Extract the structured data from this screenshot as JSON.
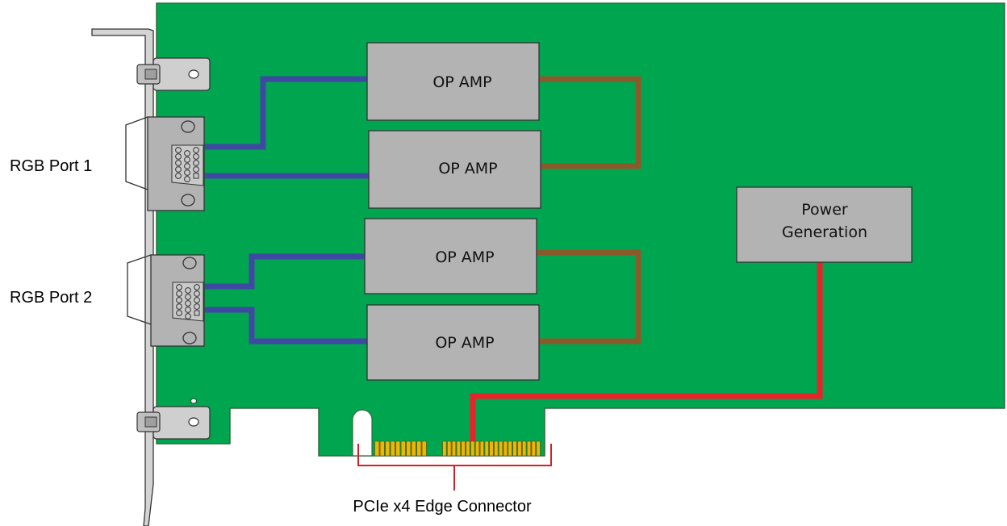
{
  "ports": [
    {
      "label": "RGB Port 1"
    },
    {
      "label": "RGB Port 2"
    }
  ],
  "op_amps": [
    {
      "label": "OP AMP"
    },
    {
      "label": "OP AMP"
    },
    {
      "label": "OP AMP"
    },
    {
      "label": "OP AMP"
    }
  ],
  "power_block": {
    "line1": "Power",
    "line2": "Generation"
  },
  "edge_connector": {
    "label": "PCIe x4 Edge Connector"
  },
  "colors": {
    "board": "#00a54f",
    "board_outline": "#2f6b3a",
    "component": "#b3b3b3",
    "signal_trace": "#3f48a2",
    "feedback_trace": "#8b5a2b",
    "power_trace": "#e8232a",
    "gold_fingers": "#e8b70b",
    "bracket": "#c0c0c0",
    "callout": "#d32027"
  }
}
